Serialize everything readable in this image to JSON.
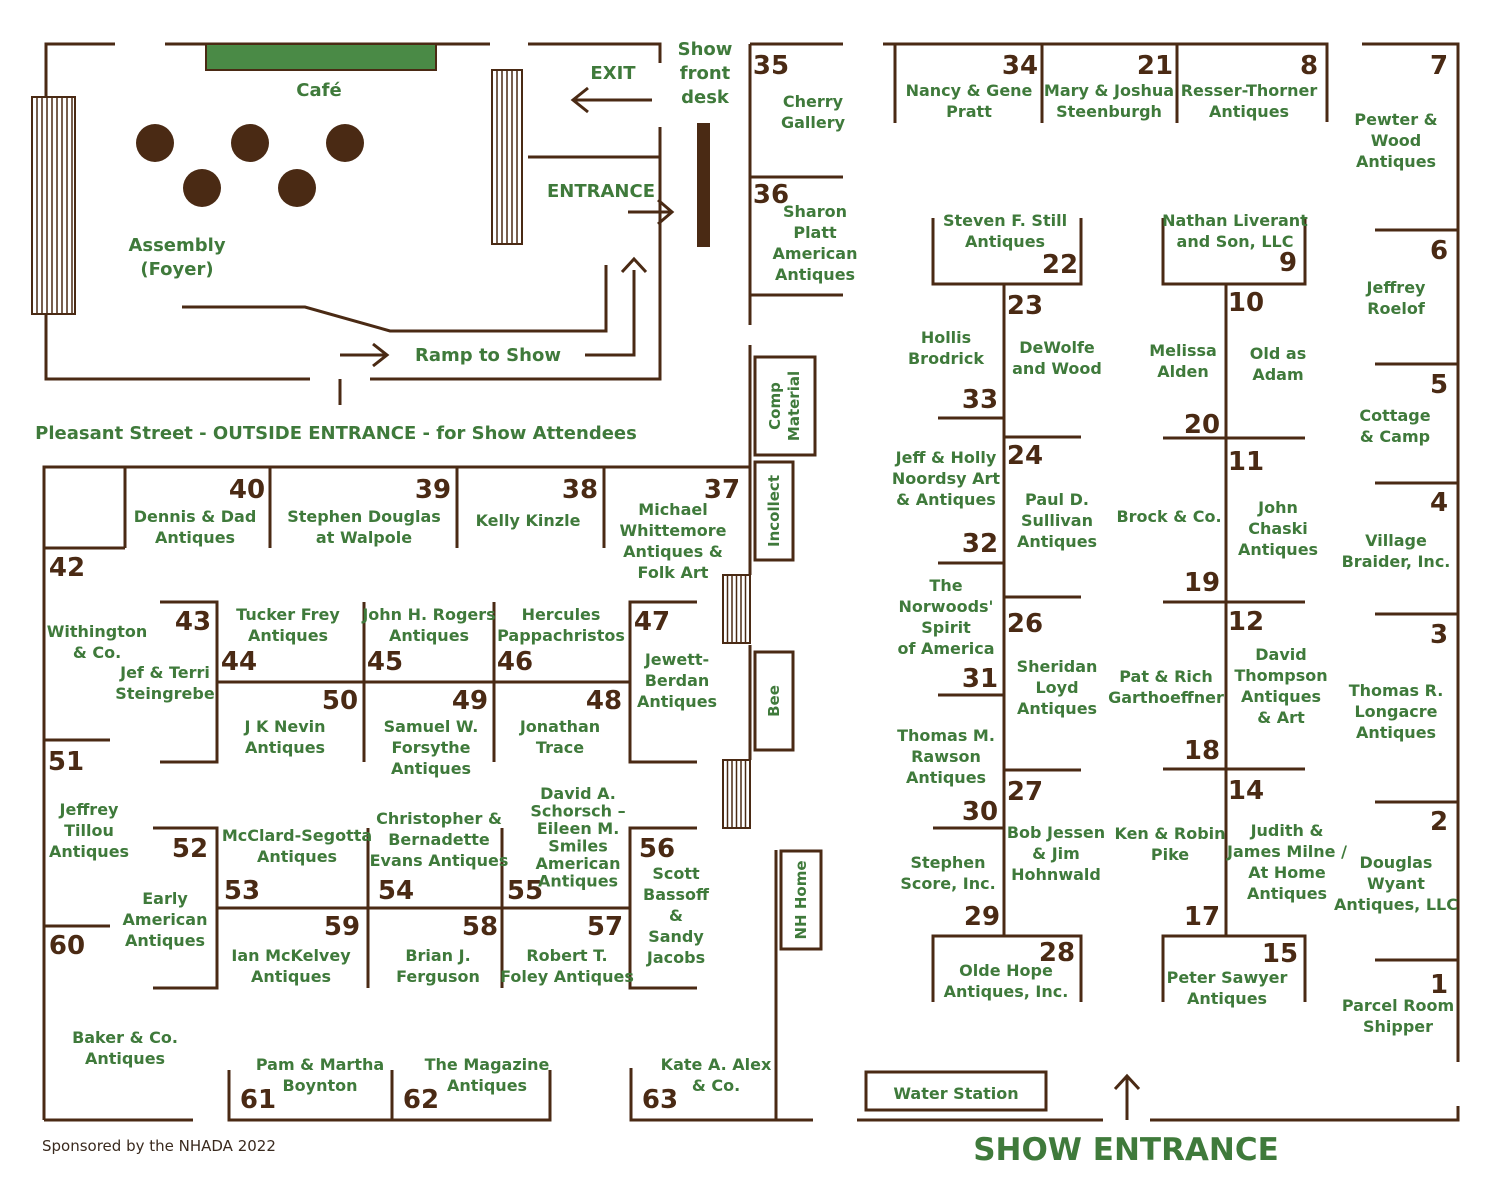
{
  "colors": {
    "wall": "#4a2a14",
    "label": "#3f7a3b",
    "cafe_bar": "#4a8a46"
  },
  "headings": {
    "cafe": "Café",
    "assembly_1": "Assembly",
    "assembly_2": "(Foyer)",
    "exit": "EXIT",
    "entrance": "ENTRANCE",
    "front_desk_1": "Show",
    "front_desk_2": "front",
    "front_desk_3": "desk",
    "ramp": "Ramp to Show",
    "street": "Pleasant Street - OUTSIDE ENTRANCE - for Show Attendees",
    "water": "Water Station",
    "show_entrance": "SHOW ENTRANCE",
    "sponsor": "Sponsored by the NHADA 2022"
  },
  "side_labels": {
    "comp_1": "Comp",
    "comp_2": "Material",
    "incollect": "Incollect",
    "bee": "Bee",
    "nh_home": "NH Home"
  },
  "booths": {
    "b1": {
      "number": "1",
      "name": [
        "Parcel Room",
        "Shipper"
      ]
    },
    "b2": {
      "number": "2",
      "name": [
        "Douglas",
        "Wyant",
        "Antiques, LLC"
      ]
    },
    "b3": {
      "number": "3",
      "name": [
        "Thomas R.",
        "Longacre",
        "Antiques"
      ]
    },
    "b4": {
      "number": "4",
      "name": [
        "Village",
        "Braider, Inc."
      ]
    },
    "b5": {
      "number": "5",
      "name": [
        "Cottage",
        "& Camp"
      ]
    },
    "b6": {
      "number": "6",
      "name": [
        "Jeffrey",
        "Roelof"
      ]
    },
    "b7": {
      "number": "7",
      "name": [
        "Pewter &",
        "Wood",
        "Antiques"
      ]
    },
    "b8": {
      "number": "8",
      "name": [
        "Resser-Thorner",
        "Antiques"
      ]
    },
    "b9": {
      "number": "9",
      "name": [
        "Nathan Liverant",
        "and Son, LLC"
      ]
    },
    "b10": {
      "number": "10",
      "name": [
        "Old as",
        "Adam"
      ]
    },
    "b11": {
      "number": "11",
      "name": [
        "John",
        "Chaski",
        "Antiques"
      ]
    },
    "b12": {
      "number": "12",
      "name": [
        "David",
        "Thompson",
        "Antiques",
        "& Art"
      ]
    },
    "b14": {
      "number": "14",
      "name": [
        "Judith &",
        "James Milne /",
        "At Home",
        "Antiques"
      ]
    },
    "b15": {
      "number": "15",
      "name": [
        "Peter Sawyer",
        "Antiques"
      ]
    },
    "b17": {
      "number": "17",
      "name": [
        "Ken & Robin",
        "Pike"
      ]
    },
    "b18": {
      "number": "18",
      "name": [
        "Pat & Rich",
        "Garthoeffner"
      ]
    },
    "b19": {
      "number": "19",
      "name": [
        "Brock & Co."
      ]
    },
    "b20": {
      "number": "20",
      "name": [
        "Melissa",
        "Alden"
      ]
    },
    "b21": {
      "number": "21",
      "name": [
        "Mary & Joshua",
        "Steenburgh"
      ]
    },
    "b22": {
      "number": "22",
      "name": [
        "Steven F. Still",
        "Antiques"
      ]
    },
    "b23": {
      "number": "23",
      "name": [
        "DeWolfe",
        "and Wood"
      ]
    },
    "b24": {
      "number": "24",
      "name": [
        "Paul D.",
        "Sullivan",
        "Antiques"
      ]
    },
    "b26": {
      "number": "26",
      "name": [
        "Sheridan",
        "Loyd",
        "Antiques"
      ]
    },
    "b27": {
      "number": "27",
      "name": [
        "Bob Jessen",
        "& Jim",
        "Hohnwald"
      ]
    },
    "b28": {
      "number": "28",
      "name": [
        "Olde Hope",
        "Antiques, Inc."
      ]
    },
    "b29": {
      "number": "29",
      "name": [
        "Stephen",
        "Score, Inc."
      ]
    },
    "b30": {
      "number": "30",
      "name": [
        "Thomas M.",
        "Rawson",
        "Antiques"
      ]
    },
    "b31": {
      "number": "31",
      "name": [
        "The",
        "Norwoods'",
        "Spirit",
        "of America"
      ]
    },
    "b32": {
      "number": "32",
      "name": [
        "Jeff & Holly",
        "Noordsy Art",
        "& Antiques"
      ]
    },
    "b33": {
      "number": "33",
      "name": [
        "Hollis",
        "Brodrick"
      ]
    },
    "b34": {
      "number": "34",
      "name": [
        "Nancy & Gene",
        "Pratt"
      ]
    },
    "b35": {
      "number": "35",
      "name": [
        "Cherry",
        "Gallery"
      ]
    },
    "b36": {
      "number": "36",
      "name": [
        "Sharon",
        "Platt",
        "American",
        "Antiques"
      ]
    },
    "b37": {
      "number": "37",
      "name": [
        "Michael",
        "Whittemore",
        "Antiques &",
        "Folk Art"
      ]
    },
    "b38": {
      "number": "38",
      "name": [
        "Kelly Kinzle"
      ]
    },
    "b39": {
      "number": "39",
      "name": [
        "Stephen Douglas",
        "at Walpole"
      ]
    },
    "b40": {
      "number": "40",
      "name": [
        "Dennis & Dad",
        "Antiques"
      ]
    },
    "b42": {
      "number": "42",
      "name": [
        "Withington",
        "& Co."
      ]
    },
    "b43": {
      "number": "43",
      "name": [
        "Jef & Terri",
        "Steingrebe"
      ]
    },
    "b44": {
      "number": "44",
      "name": [
        "Tucker Frey",
        "Antiques"
      ]
    },
    "b45": {
      "number": "45",
      "name": [
        "John H. Rogers",
        "Antiques"
      ]
    },
    "b46": {
      "number": "46",
      "name": [
        "Hercules",
        "Pappachristos"
      ]
    },
    "b47": {
      "number": "47",
      "name": [
        "Jewett-",
        "Berdan",
        "Antiques"
      ]
    },
    "b48": {
      "number": "48",
      "name": [
        "Jonathan",
        "Trace"
      ]
    },
    "b49": {
      "number": "49",
      "name": [
        "Samuel W.",
        "Forsythe",
        "Antiques"
      ]
    },
    "b50": {
      "number": "50",
      "name": [
        "J K Nevin",
        "Antiques"
      ]
    },
    "b51": {
      "number": "51",
      "name": [
        "Jeffrey",
        "Tillou",
        "Antiques"
      ]
    },
    "b52": {
      "number": "52",
      "name": [
        "Early",
        "American",
        "Antiques"
      ]
    },
    "b53": {
      "number": "53",
      "name": [
        "McClard-Segotta",
        "Antiques"
      ]
    },
    "b54": {
      "number": "54",
      "name": [
        "Christopher &",
        "Bernadette",
        "Evans Antiques"
      ]
    },
    "b55": {
      "number": "55",
      "name": [
        "David A.",
        "Schorsch –",
        "Eileen M.",
        "Smiles",
        "American",
        "Antiques"
      ]
    },
    "b56": {
      "number": "56",
      "name": [
        "Scott",
        "Bassoff",
        "&",
        "Sandy",
        "Jacobs"
      ]
    },
    "b57": {
      "number": "57",
      "name": [
        "Robert T.",
        "Foley Antiques"
      ]
    },
    "b58": {
      "number": "58",
      "name": [
        "Brian J.",
        "Ferguson"
      ]
    },
    "b59": {
      "number": "59",
      "name": [
        "Ian McKelvey",
        "Antiques"
      ]
    },
    "b60": {
      "number": "60",
      "name": [
        "Baker & Co.",
        "Antiques"
      ]
    },
    "b61": {
      "number": "61",
      "name": [
        "Pam & Martha",
        "Boynton"
      ]
    },
    "b62": {
      "number": "62",
      "name": [
        "The Magazine",
        "Antiques"
      ]
    },
    "b63": {
      "number": "63",
      "name": [
        "Kate A. Alex",
        "& Co."
      ]
    }
  }
}
